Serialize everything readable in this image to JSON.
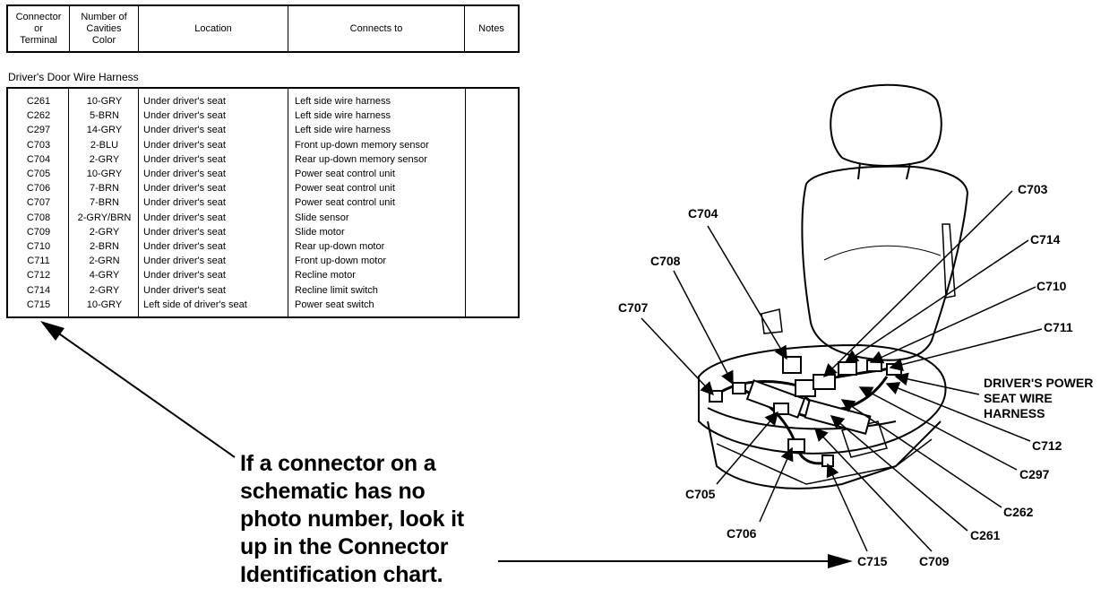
{
  "header": {
    "columns": [
      "Connector\nor\nTerminal",
      "Number of\nCavities\nColor",
      "Location",
      "Connects to",
      "Notes"
    ]
  },
  "section_title": "Driver's Door Wire Harness",
  "rows": [
    {
      "connector": "C261",
      "cavities": "10-GRY",
      "location": "Under driver's seat",
      "connects_to": "Left side wire harness"
    },
    {
      "connector": "C262",
      "cavities": "5-BRN",
      "location": "Under driver's seat",
      "connects_to": "Left side wire harness"
    },
    {
      "connector": "C297",
      "cavities": "14-GRY",
      "location": "Under driver's seat",
      "connects_to": "Left side wire harness"
    },
    {
      "connector": "C703",
      "cavities": "2-BLU",
      "location": "Under driver's seat",
      "connects_to": "Front up-down memory sensor"
    },
    {
      "connector": "C704",
      "cavities": "2-GRY",
      "location": "Under driver's seat",
      "connects_to": "Rear up-down memory sensor"
    },
    {
      "connector": "C705",
      "cavities": "10-GRY",
      "location": "Under driver's seat",
      "connects_to": "Power seat control unit"
    },
    {
      "connector": "C706",
      "cavities": "7-BRN",
      "location": "Under driver's seat",
      "connects_to": "Power seat control unit"
    },
    {
      "connector": "C707",
      "cavities": "7-BRN",
      "location": "Under driver's seat",
      "connects_to": "Power seat control unit"
    },
    {
      "connector": "C708",
      "cavities": "2-GRY/BRN",
      "location": "Under driver's seat",
      "connects_to": "Slide sensor"
    },
    {
      "connector": "C709",
      "cavities": "2-GRY",
      "location": "Under driver's seat",
      "connects_to": "Slide motor"
    },
    {
      "connector": "C710",
      "cavities": "2-BRN",
      "location": "Under driver's seat",
      "connects_to": "Rear up-down motor"
    },
    {
      "connector": "C711",
      "cavities": "2-GRN",
      "location": "Under driver's seat",
      "connects_to": "Front up-down motor"
    },
    {
      "connector": "C712",
      "cavities": "4-GRY",
      "location": "Under driver's seat",
      "connects_to": "Recline motor"
    },
    {
      "connector": "C714",
      "cavities": "2-GRY",
      "location": "Under driver's seat",
      "connects_to": "Recline limit switch"
    },
    {
      "connector": "C715",
      "cavities": "10-GRY",
      "location": "Left side of driver's seat",
      "connects_to": "Power seat switch"
    }
  ],
  "callout": {
    "lines": [
      "If a connector on a",
      "schematic has no",
      "photo number, look it",
      "up in the Connector",
      "Identification chart."
    ]
  },
  "diagram": {
    "harness_label": [
      "DRIVER'S POWER",
      "SEAT WIRE",
      "HARNESS"
    ],
    "labels": {
      "c703": "C703",
      "c704": "C704",
      "c708": "C708",
      "c707": "C707",
      "c714": "C714",
      "c710": "C710",
      "c711": "C711",
      "c712": "C712",
      "c297": "C297",
      "c262": "C262",
      "c261": "C261",
      "c709": "C709",
      "c715": "C715",
      "c706": "C706",
      "c705": "C705"
    }
  }
}
